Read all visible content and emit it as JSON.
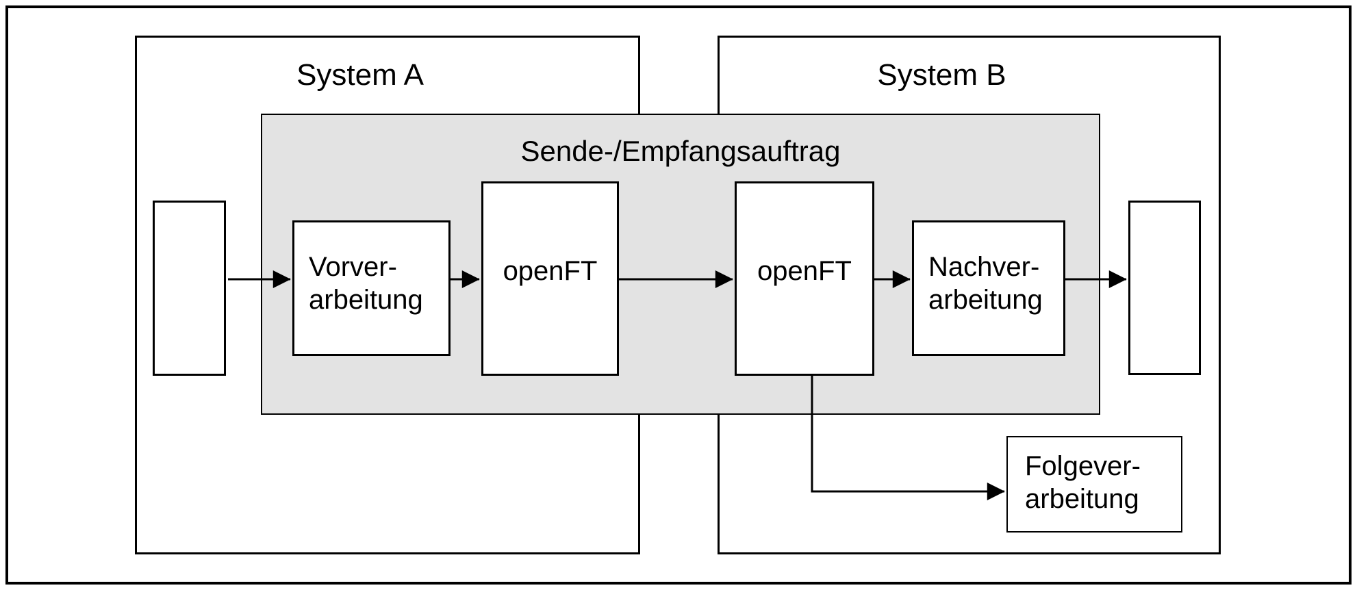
{
  "diagram": {
    "system_a": {
      "label": "System A"
    },
    "system_b": {
      "label": "System B"
    },
    "transfer_panel": {
      "label": "Sende-/Empfangsauftrag"
    },
    "nodes": {
      "preprocessing": {
        "line1": "Vorver-",
        "line2": "arbeitung"
      },
      "openft_sender": {
        "label": "openFT"
      },
      "openft_receiver": {
        "label": "openFT"
      },
      "postprocessing": {
        "line1": "Nachver-",
        "line2": "arbeitung"
      },
      "followup": {
        "line1": "Folgever-",
        "line2": "arbeitung"
      }
    },
    "colors": {
      "panel_fill": "#e3e3e3",
      "line": "#000000",
      "background": "#ffffff"
    }
  }
}
